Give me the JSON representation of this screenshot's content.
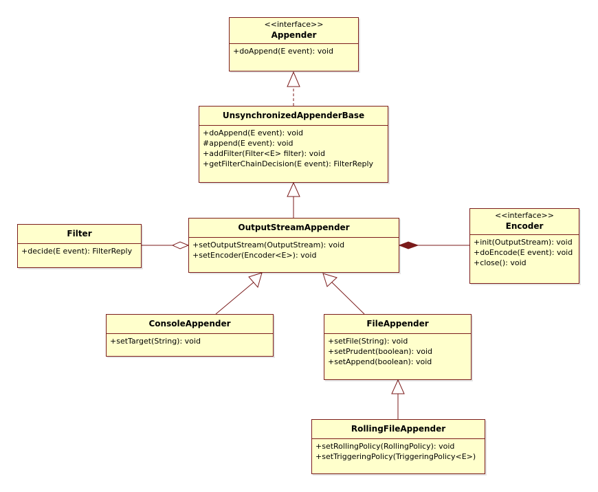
{
  "classes": {
    "appender": {
      "stereotype": "<<interface>>",
      "name": "Appender",
      "operations": [
        "+doAppend(E event): void"
      ]
    },
    "unsync": {
      "name": "UnsynchronizedAppenderBase",
      "operations": [
        "+doAppend(E event): void",
        "#append(E event): void",
        "+addFilter(Filter<E> filter): void",
        "+getFilterChainDecision(E event): FilterReply"
      ]
    },
    "filter": {
      "name": "Filter",
      "operations": [
        "+decide(E event): FilterReply"
      ]
    },
    "output": {
      "name": "OutputStreamAppender",
      "operations": [
        "+setOutputStream(OutputStream): void",
        "+setEncoder(Encoder<E>): void"
      ]
    },
    "encoder": {
      "stereotype": "<<interface>>",
      "name": "Encoder",
      "operations": [
        "+init(OutputStream): void",
        "+doEncode(E event): void",
        "+close(): void"
      ]
    },
    "console": {
      "name": "ConsoleAppender",
      "operations": [
        "+setTarget(String): void"
      ]
    },
    "file": {
      "name": "FileAppender",
      "operations": [
        "+setFile(String): void",
        "+setPrudent(boolean): void",
        "+setAppend(boolean): void"
      ]
    },
    "rolling": {
      "name": "RollingFileAppender",
      "operations": [
        "+setRollingPolicy(RollingPolicy): void",
        "+setTriggeringPolicy(TriggeringPolicy<E>)"
      ]
    }
  },
  "colors": {
    "box_fill": "#ffffcc",
    "line": "#7a1a1a"
  }
}
